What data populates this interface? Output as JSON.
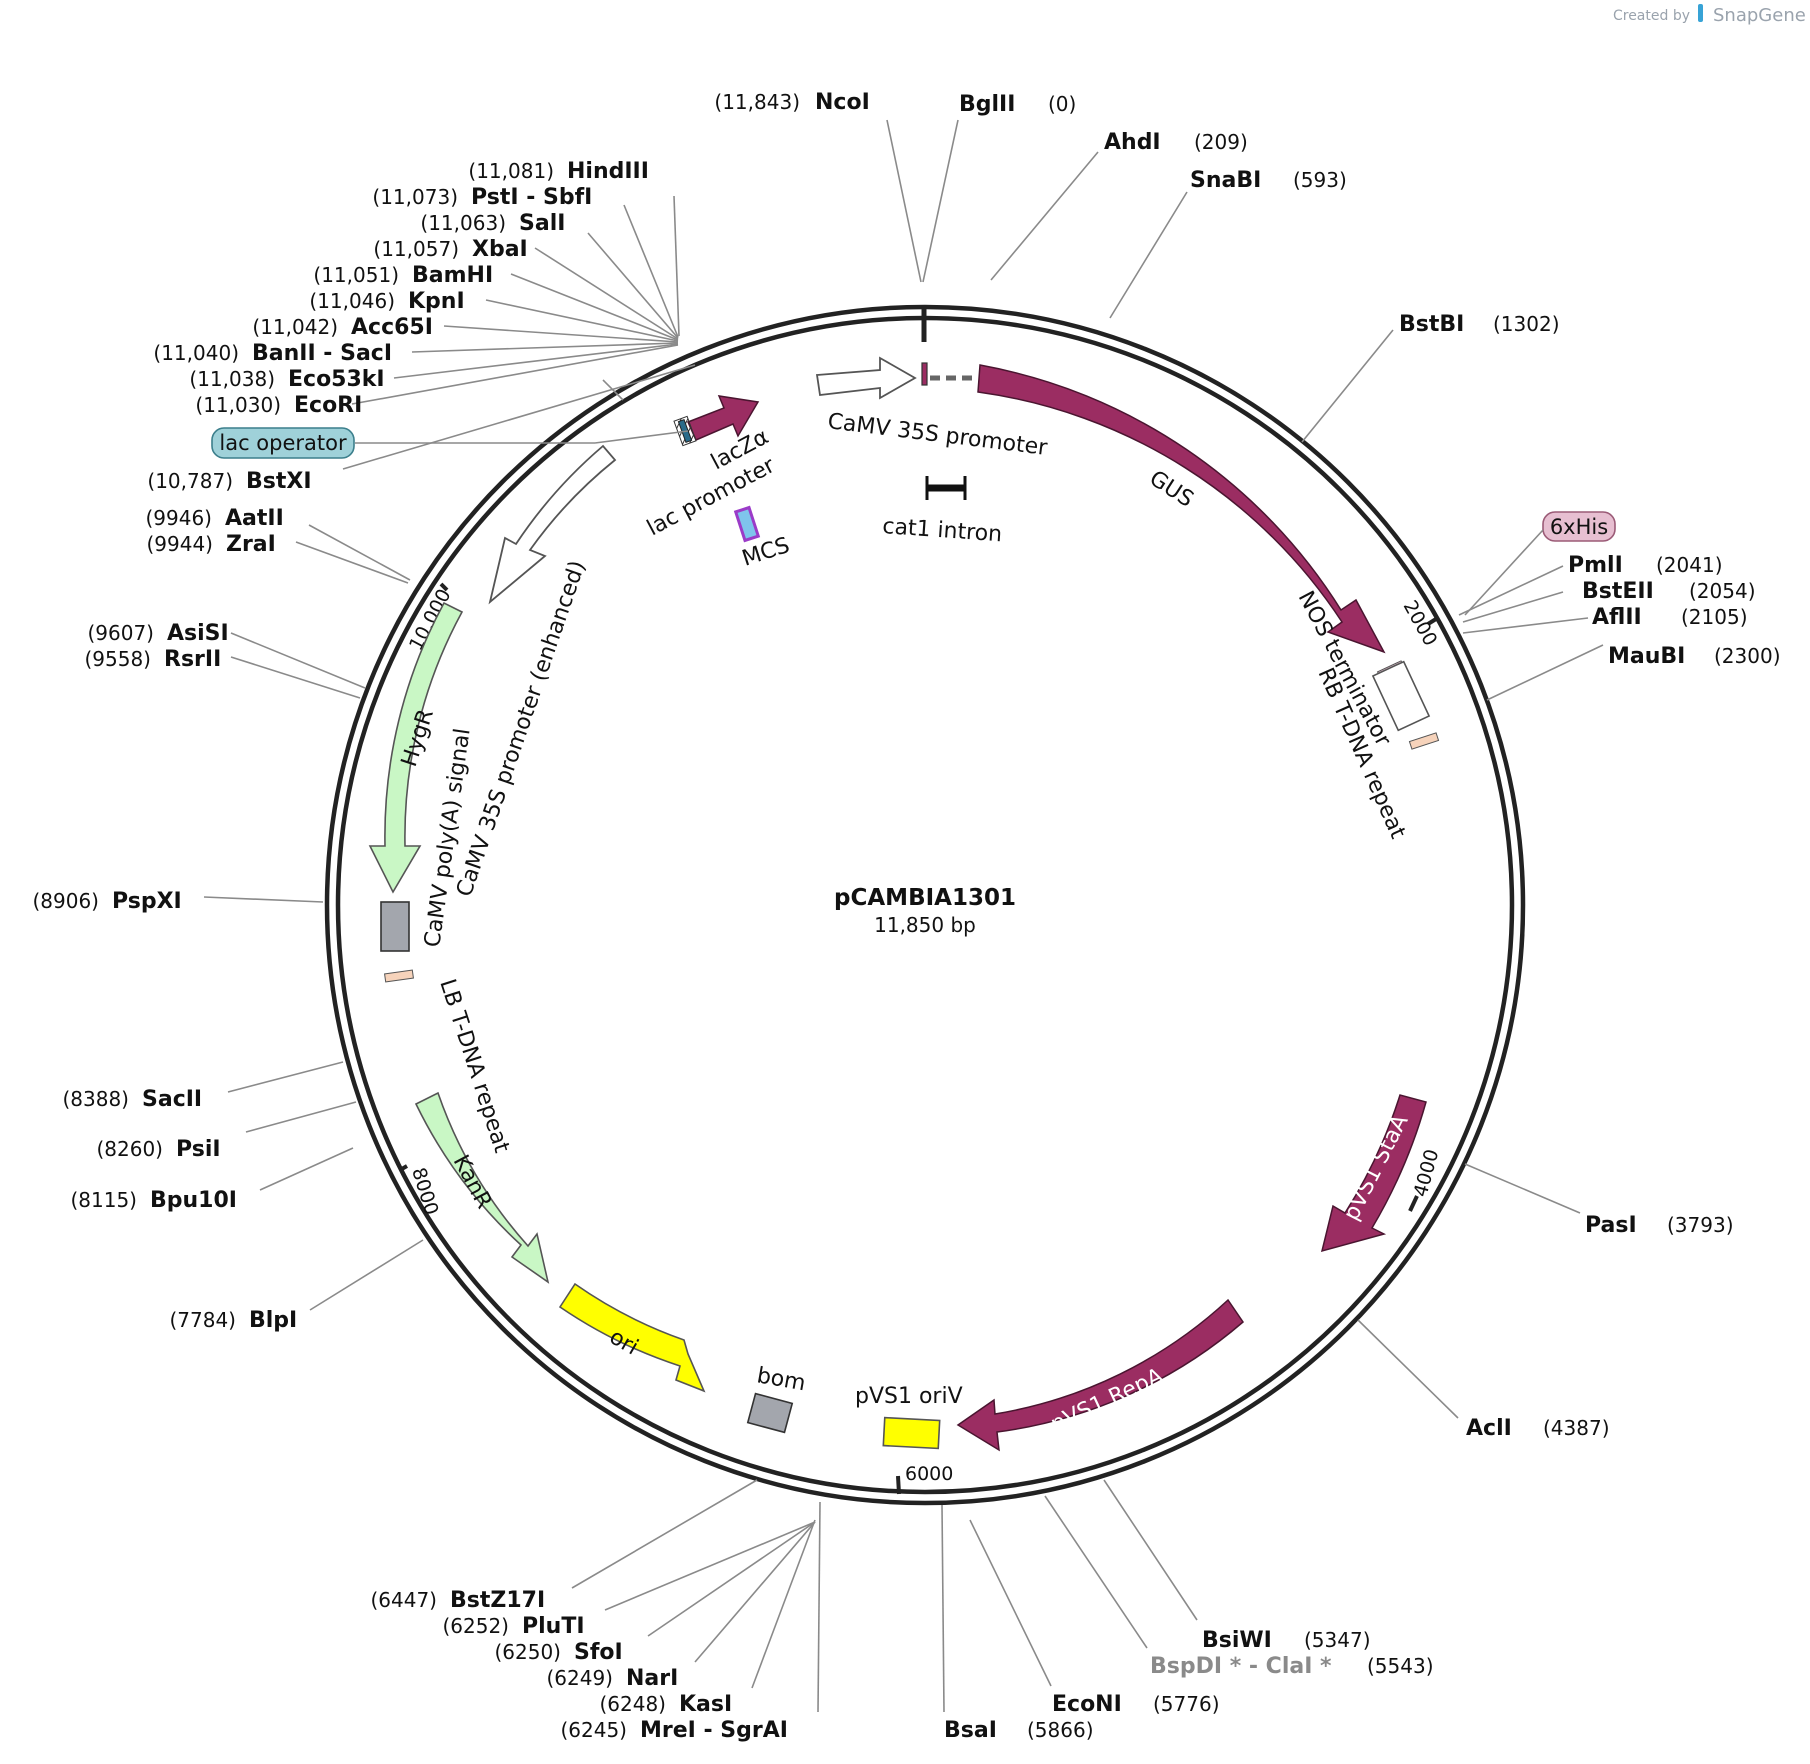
{
  "credit": {
    "prefix": "Created by",
    "brand": "SnapGene"
  },
  "plasmid": {
    "name": "pCAMBIA1301",
    "size": "11,850 bp"
  },
  "colors": {
    "purple": "#9b2d62",
    "green": "#c9f7c5",
    "yellow": "#ffff00",
    "gray": "#a3a6ad",
    "peach": "#f6d3bb",
    "lac_operator": "#9fd1d9",
    "his_tag": "#e7bfd1"
  },
  "features": [
    {
      "name": "CaMV 35S promoter",
      "kind": "promoter",
      "icon": "open-arrow"
    },
    {
      "name": "GUS",
      "kind": "cds",
      "icon": "purple-arrow"
    },
    {
      "name": "cat1 intron",
      "kind": "intron",
      "icon": "bar"
    },
    {
      "name": "NOS terminator",
      "kind": "terminator",
      "icon": "box"
    },
    {
      "name": "RB T-DNA repeat",
      "kind": "repeat",
      "icon": "box"
    },
    {
      "name": "lacZα",
      "kind": "cds",
      "icon": "purple-arrow"
    },
    {
      "name": "lac promoter",
      "kind": "promoter",
      "icon": "box"
    },
    {
      "name": "MCS",
      "kind": "mcs",
      "icon": "box"
    },
    {
      "name": "CaMV 35S promoter (enhanced)",
      "kind": "promoter",
      "icon": "open-arrow"
    },
    {
      "name": "HygR",
      "kind": "cds",
      "icon": "green-arrow"
    },
    {
      "name": "CaMV poly(A) signal",
      "kind": "terminator",
      "icon": "gray-box"
    },
    {
      "name": "LB T-DNA repeat",
      "kind": "repeat",
      "icon": "box"
    },
    {
      "name": "KanR",
      "kind": "cds",
      "icon": "green-arrow"
    },
    {
      "name": "ori",
      "kind": "origin",
      "icon": "yellow-arrow"
    },
    {
      "name": "bom",
      "kind": "misc",
      "icon": "gray-box"
    },
    {
      "name": "pVS1 oriV",
      "kind": "origin",
      "icon": "yellow-box"
    },
    {
      "name": "pVS1 RepA",
      "kind": "cds",
      "icon": "purple-arrow"
    },
    {
      "name": "pVS1 StaA",
      "kind": "cds",
      "icon": "purple-arrow"
    }
  ],
  "tags": [
    {
      "name": "lac operator"
    },
    {
      "name": "6xHis"
    }
  ],
  "ticks": [
    "2000",
    "4000",
    "6000",
    "8000",
    "10,000"
  ],
  "sites": [
    {
      "name": "NcoI",
      "pos": "(11,843)"
    },
    {
      "name": "BglII",
      "pos": "(0)"
    },
    {
      "name": "AhdI",
      "pos": "(209)"
    },
    {
      "name": "SnaBI",
      "pos": "(593)"
    },
    {
      "name": "BstBI",
      "pos": "(1302)"
    },
    {
      "name": "PmlI",
      "pos": "(2041)"
    },
    {
      "name": "BstEII",
      "pos": "(2054)"
    },
    {
      "name": "AflII",
      "pos": "(2105)"
    },
    {
      "name": "MauBI",
      "pos": "(2300)"
    },
    {
      "name": "PasI",
      "pos": "(3793)"
    },
    {
      "name": "AclI",
      "pos": "(4387)"
    },
    {
      "name": "BsiWI",
      "pos": "(5347)"
    },
    {
      "name": "BspDI * - ClaI *",
      "pos": "(5543)"
    },
    {
      "name": "EcoNI",
      "pos": "(5776)"
    },
    {
      "name": "BsaI",
      "pos": "(5866)"
    },
    {
      "name": "MreI - SgrAI",
      "pos": "(6245)"
    },
    {
      "name": "KasI",
      "pos": "(6248)"
    },
    {
      "name": "NarI",
      "pos": "(6249)"
    },
    {
      "name": "SfoI",
      "pos": "(6250)"
    },
    {
      "name": "PluTI",
      "pos": "(6252)"
    },
    {
      "name": "BstZ17I",
      "pos": "(6447)"
    },
    {
      "name": "BlpI",
      "pos": "(7784)"
    },
    {
      "name": "Bpu10I",
      "pos": "(8115)"
    },
    {
      "name": "PsiI",
      "pos": "(8260)"
    },
    {
      "name": "SacII",
      "pos": "(8388)"
    },
    {
      "name": "PspXI",
      "pos": "(8906)"
    },
    {
      "name": "RsrII",
      "pos": "(9558)"
    },
    {
      "name": "AsiSI",
      "pos": "(9607)"
    },
    {
      "name": "ZraI",
      "pos": "(9944)"
    },
    {
      "name": "AatII",
      "pos": "(9946)"
    },
    {
      "name": "BstXI",
      "pos": "(10,787)"
    },
    {
      "name": "EcoRI",
      "pos": "(11,030)"
    },
    {
      "name": "Eco53kI",
      "pos": "(11,038)"
    },
    {
      "name": "BanII - SacI",
      "pos": "(11,040)"
    },
    {
      "name": "Acc65I",
      "pos": "(11,042)"
    },
    {
      "name": "KpnI",
      "pos": "(11,046)"
    },
    {
      "name": "BamHI",
      "pos": "(11,051)"
    },
    {
      "name": "XbaI",
      "pos": "(11,057)"
    },
    {
      "name": "SalI",
      "pos": "(11,063)"
    },
    {
      "name": "PstI - SbfI",
      "pos": "(11,073)"
    },
    {
      "name": "HindIII",
      "pos": "(11,081)"
    }
  ]
}
